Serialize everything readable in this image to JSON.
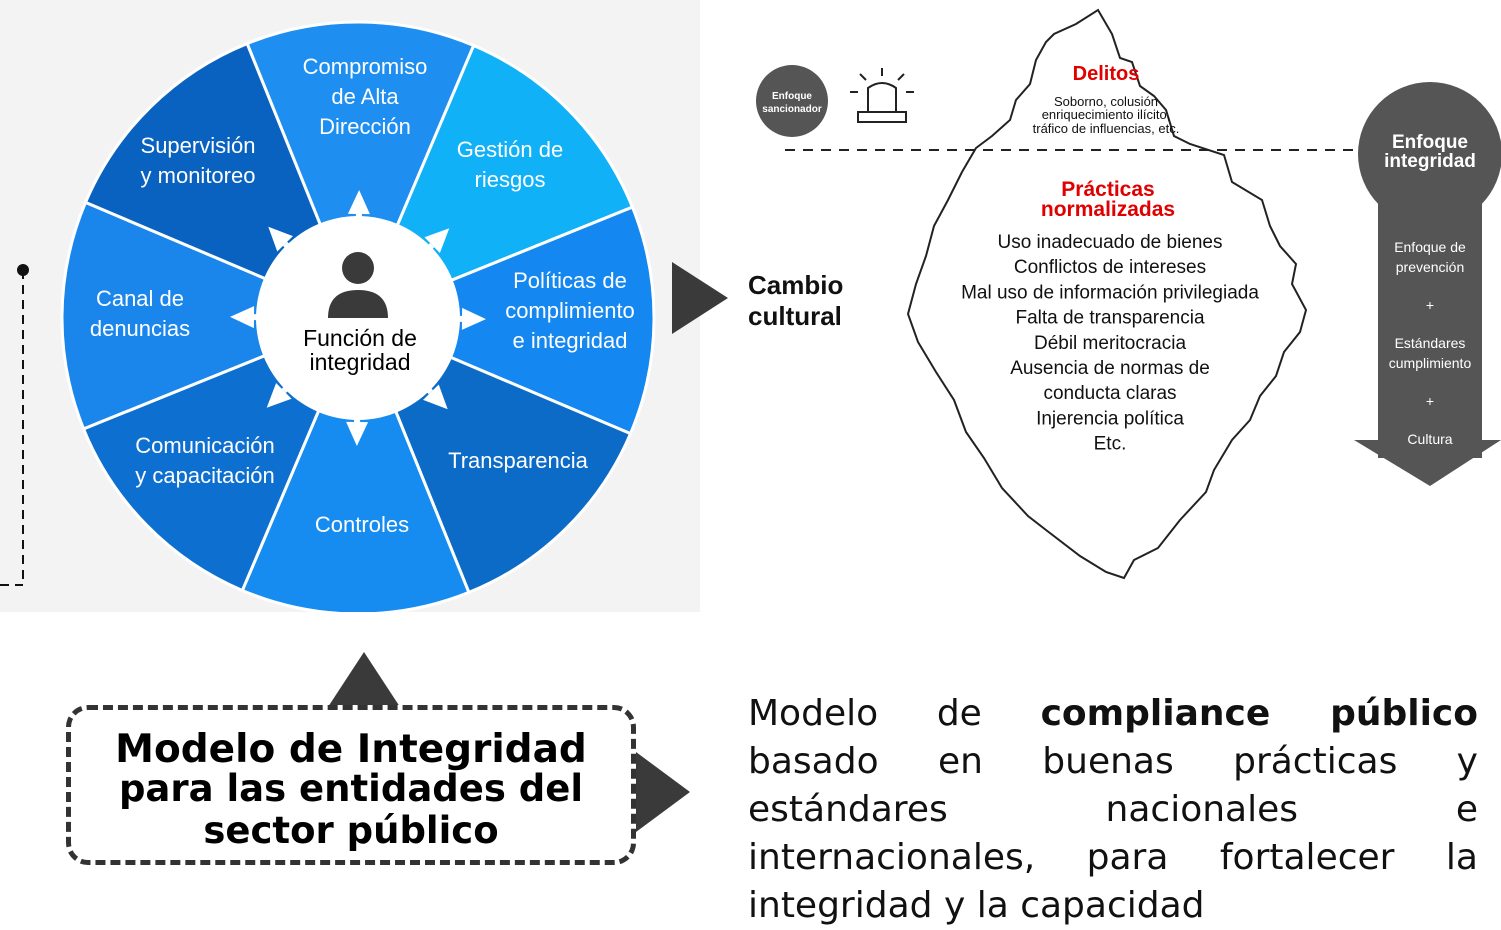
{
  "wheel": {
    "center_title": "Función de integridad",
    "center_line1": "Función de",
    "center_line2": "integridad",
    "segments": [
      {
        "lines": [
          "Compromiso",
          "de Alta",
          "Dirección"
        ],
        "color": "#1e8ef0"
      },
      {
        "lines": [
          "Gestión de",
          "riesgos"
        ],
        "color": "#11b1f8"
      },
      {
        "lines": [
          "Políticas de",
          "complimiento",
          "e integridad"
        ],
        "color": "#1587f0"
      },
      {
        "lines": [
          "Transparencia"
        ],
        "color": "#0b6bc7"
      },
      {
        "lines": [
          "Controles"
        ],
        "color": "#168cf0"
      },
      {
        "lines": [
          "Comunicación",
          "y capacitación"
        ],
        "color": "#0d6fd0"
      },
      {
        "lines": [
          "Canal de",
          "denuncias"
        ],
        "color": "#1a86ec"
      },
      {
        "lines": [
          "Supervisión",
          "y monitoreo"
        ],
        "color": "#0a62c0"
      }
    ]
  },
  "iceberg": {
    "enfoque_sancionador_line1": "Enfoque",
    "enfoque_sancionador_line2": "sancionador",
    "delitos_title": "Delitos",
    "delitos_lines": [
      "Soborno, colusión",
      "enriquecimiento ilícito,",
      "tráfico de influencias, etc."
    ],
    "practicas_line1": "Prácticas",
    "practicas_line2": "normalizadas",
    "practicas_items": [
      "Uso inadecuado de bienes",
      "Conflictos de intereses",
      "Mal uso de información privilegiada",
      "Falta de transparencia",
      "Débil meritocracia",
      "Ausencia de normas de",
      "conducta claras",
      "Injerencia política",
      "Etc."
    ],
    "enfoque_integridad_line1": "Enfoque",
    "enfoque_integridad_line2": "integridad",
    "arrow_items": [
      "Enfoque de",
      "prevención",
      "+",
      "Estándares",
      "cumplimiento",
      "+",
      "Cultura"
    ]
  },
  "cambio_line1": "Cambio",
  "cambio_line2": "cultural",
  "model_box": {
    "line1": "Modelo de Integridad",
    "line2": "para las entidades del",
    "line3": "sector público"
  },
  "description": {
    "part1": "Modelo de ",
    "bold": "compliance público",
    "part2": " basado en buenas prácticas y estándares nacionales e internacionales, para fortalecer la integridad y la capacidad"
  },
  "colors": {
    "accent_red": "#e00000",
    "dark_gray": "#3a3a3a",
    "mid_gray": "#555555"
  }
}
